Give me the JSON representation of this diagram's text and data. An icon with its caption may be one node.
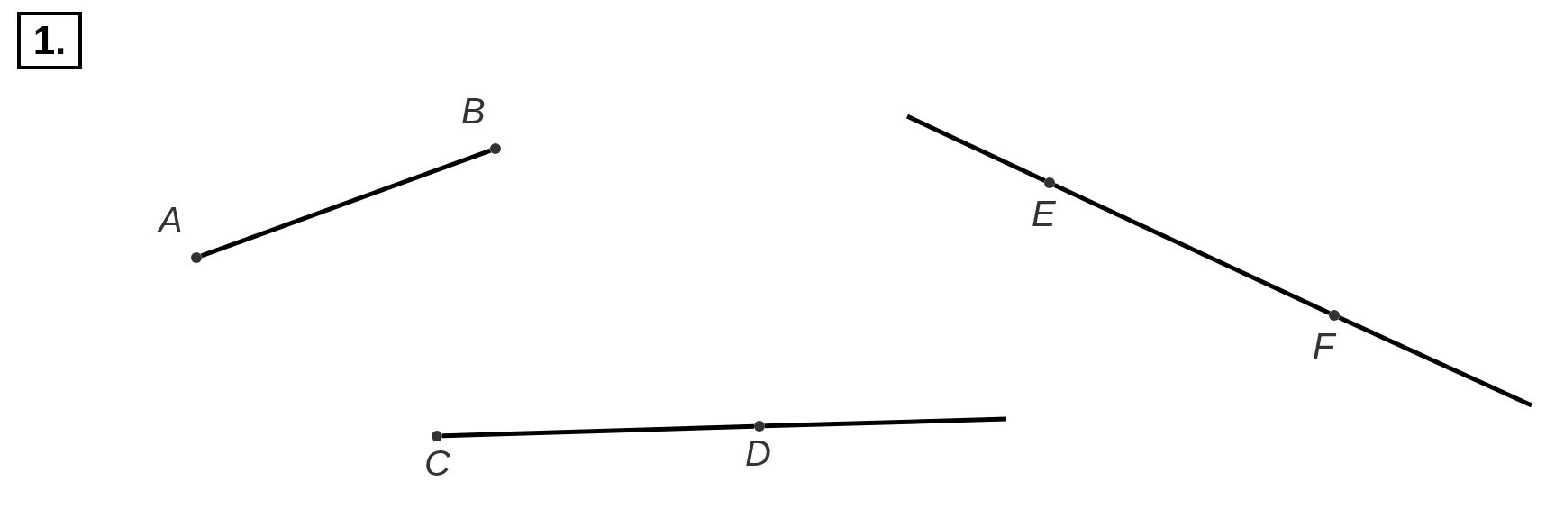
{
  "diagram": {
    "nodes": [
      {
        "text": [
          "A"
        ]
      },
      {
        "text": [
          "B"
        ]
      },
      {
        "text": [
          "C"
        ]
      },
      {
        "text": [
          "D"
        ]
      },
      {
        "text": [
          "E"
        ]
      },
      {
        "text": [
          "F"
        ]
      }
    ],
    "edges": [
      {
        "from": 0,
        "to": 1,
        "arrow": "none"
      },
      {
        "from": 2,
        "to": 3,
        "arrow": "none"
      },
      {
        "from": 3,
        "to": null,
        "arrow": "none"
      },
      {
        "from": null,
        "to": 4,
        "arrow": "none"
      },
      {
        "from": 4,
        "to": 5,
        "arrow": "none"
      },
      {
        "from": 5,
        "to": null,
        "arrow": "none"
      }
    ],
    "labels": [
      "1."
    ]
  }
}
